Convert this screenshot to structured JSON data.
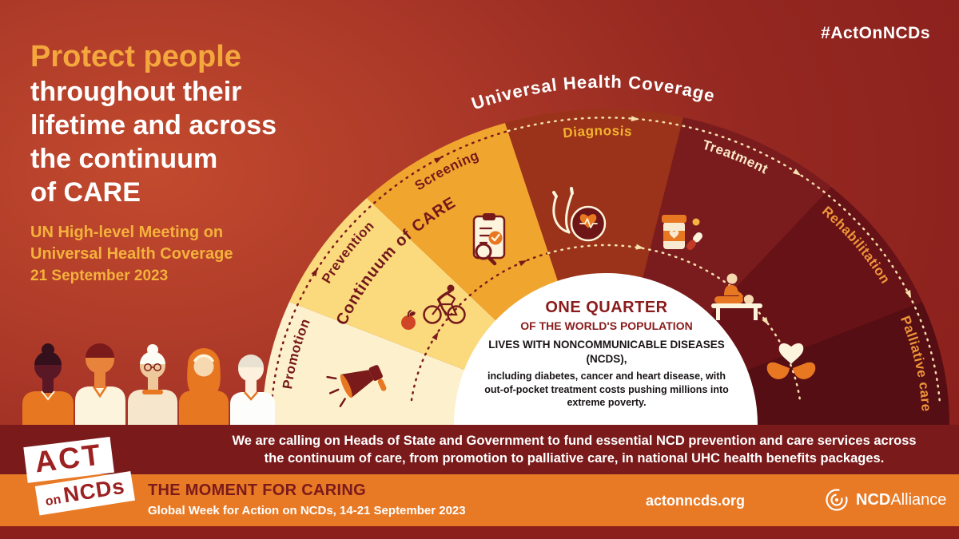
{
  "meta": {
    "hashtag": "#ActOnNCDs"
  },
  "headline": {
    "highlight": "Protect people",
    "lines": [
      "throughout their",
      "lifetime and across",
      "the continuum",
      "of CARE"
    ],
    "subtitle_lines": [
      "UN High-level Meeting on",
      "Universal Health Coverage"
    ],
    "date": "21 September 2023"
  },
  "diagram": {
    "outer_arc_label": "Universal Health Coverage",
    "inner_arc_label": "Continuum of CARE",
    "segments": [
      {
        "label": "Promotion",
        "color": "#fdf1cd",
        "label_color": "#76191a",
        "icon": "megaphone-icon"
      },
      {
        "label": "Prevention",
        "color": "#fbda7e",
        "label_color": "#76191a",
        "icon": "apple-and-bicycle-icon"
      },
      {
        "label": "Screening",
        "color": "#f0a52f",
        "label_color": "#76191a",
        "icon": "checklist-magnifier-icon"
      },
      {
        "label": "Diagnosis",
        "color": "#9a3319",
        "label_color": "#f3b32e",
        "icon": "stethoscope-heart-icon"
      },
      {
        "label": "Treatment",
        "color": "#7a1c1e",
        "label_color": "#fbe9c8",
        "icon": "medicines-icon"
      },
      {
        "label": "Rehabilitation",
        "color": "#671217",
        "label_color": "#f0953a",
        "icon": "physiotherapy-icon"
      },
      {
        "label": "Palliative care",
        "color": "#550e13",
        "label_color": "#f0953a",
        "icon": "hands-holding-heart-icon"
      }
    ],
    "center_message": {
      "stat_title": "ONE QUARTER",
      "stat_subtitle": "OF THE WORLD'S POPULATION",
      "stat_line": "LIVES WITH NONCOMMUNICABLE DISEASES (NCDS),",
      "stat_detail": "including diabetes, cancer and heart disease, with out-of-pocket treatment costs pushing millions into extreme poverty."
    }
  },
  "call_to_action": {
    "line1": "We are calling on Heads of State and Government to fund essential NCD prevention and care services across",
    "line2": "the continuum of care, from promotion to palliative care, in national UHC health benefits packages."
  },
  "footer": {
    "logo": {
      "act": "ACT",
      "on": "on",
      "ncds": "NCDs"
    },
    "campaign_title": "THE MOMENT FOR CARING",
    "campaign_subtitle": "Global Week for Action on NCDs, 14-21 September 2023",
    "website": "actonncds.org",
    "alliance_bold": "NCD",
    "alliance_light": "Alliance"
  },
  "colors": {
    "background_light": "#c24a2e",
    "background_dark": "#8a1f1c",
    "band_maroon": "#7b1a1a",
    "band_orange": "#e87a26",
    "accent_gold": "#f4a73c",
    "accent_yellow": "#f4b13c",
    "dome_white": "#ffffff"
  }
}
